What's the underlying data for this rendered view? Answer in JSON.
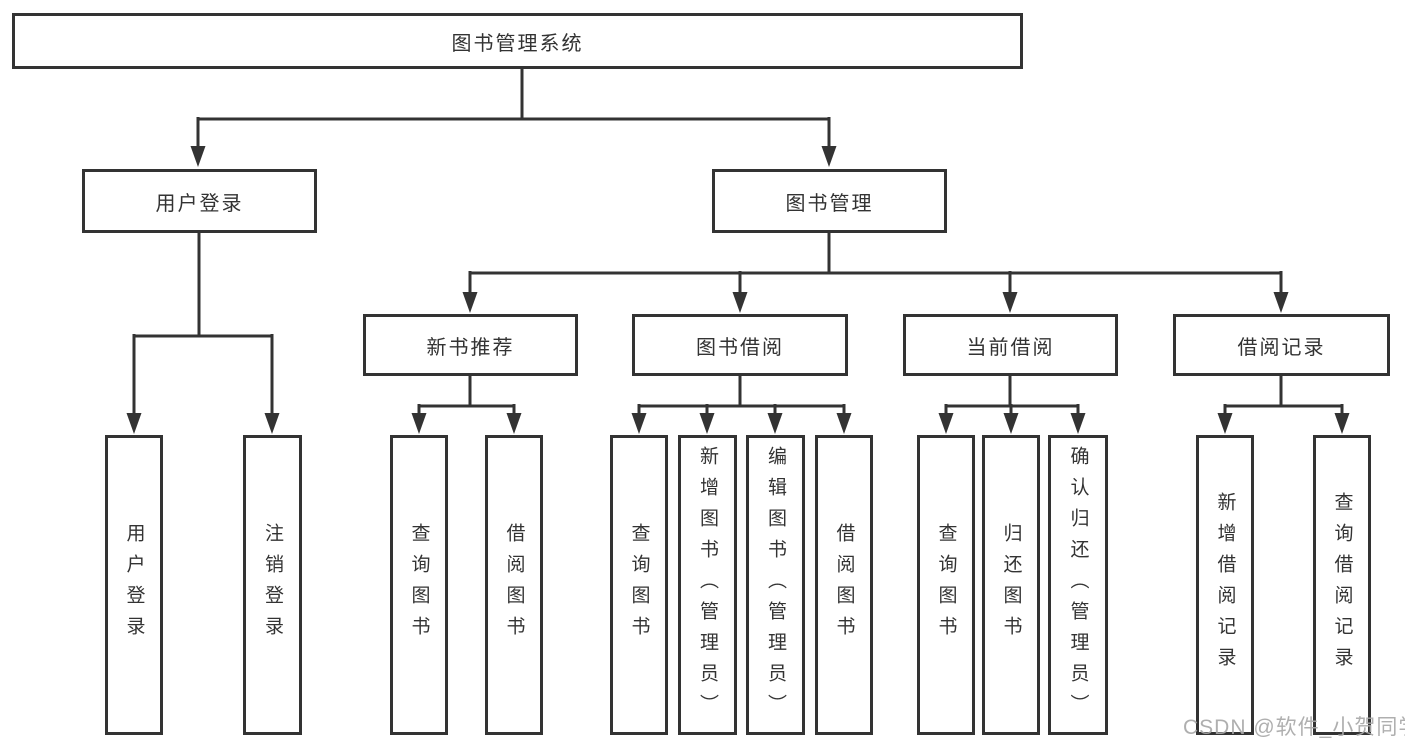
{
  "watermark": "CSDN @软件_小贺同学",
  "tree": {
    "label": "图书管理系统",
    "children": [
      {
        "label": "用户登录",
        "children": [
          {
            "label": "用户登录"
          },
          {
            "label": "注销登录"
          }
        ]
      },
      {
        "label": "图书管理",
        "children": [
          {
            "label": "新书推荐",
            "children": [
              {
                "label": "查询图书"
              },
              {
                "label": "借阅图书"
              }
            ]
          },
          {
            "label": "图书借阅",
            "children": [
              {
                "label": "查询图书"
              },
              {
                "label": "新增图书（管理员）"
              },
              {
                "label": "编辑图书（管理员）"
              },
              {
                "label": "借阅图书"
              }
            ]
          },
          {
            "label": "当前借阅",
            "children": [
              {
                "label": "查询图书"
              },
              {
                "label": "归还图书"
              },
              {
                "label": "确认归还（管理员）"
              }
            ]
          },
          {
            "label": "借阅记录",
            "children": [
              {
                "label": "新增借阅记录"
              },
              {
                "label": "查询借阅记录"
              }
            ]
          }
        ]
      }
    ]
  },
  "style": {
    "line_color": "#333333",
    "box_fill": "#ffffff",
    "text_color": "#333333",
    "watermark_color": "#a8a8a8"
  }
}
